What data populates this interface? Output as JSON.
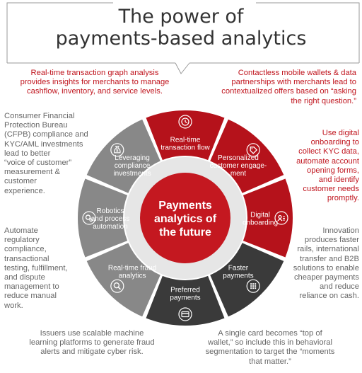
{
  "title": {
    "line1": "The power of",
    "line2": "payments-based analytics"
  },
  "callouts": {
    "top_left": [
      "Real-time transaction graph analysis",
      "provides insights for merchants to manage",
      "cashflow, inventory, and service levels."
    ],
    "top_right": [
      "Contactless mobile wallets & data",
      "partnerships with merchants lead to",
      "contextualized offers based on “asking",
      "the right question.”"
    ],
    "left_upper": [
      "Consumer Financial",
      "Protection Bureau",
      "(CFPB) compliance and",
      "KYC/AML investments",
      "lead to better",
      "“voice of customer”",
      "measurement &",
      "customer",
      "experience."
    ],
    "left_lower": [
      "Automate",
      "regulatory",
      "compliance,",
      "transactional",
      "testing, fulfillment,",
      "and dispute",
      "management to",
      "reduce manual",
      "work."
    ],
    "right_upper": [
      "Use digital",
      "onboarding to",
      "collect KYC data,",
      "automate account",
      "opening forms,",
      "and identify",
      "customer needs",
      "promptly."
    ],
    "right_lower": [
      "Innovation",
      "produces faster",
      "rails, international",
      "transfer and B2B",
      "solutions to enable",
      "cheaper payments",
      "and reduce",
      "reliance on cash."
    ],
    "bottom_left": [
      "Issuers use scalable machine",
      "learning platforms to generate fraud",
      "alerts and mitigate cyber risk."
    ],
    "bottom_right": [
      "A single card becomes “top of",
      "wallet,” so include this in behavioral",
      "segmentation to target the “moments",
      "that matter.”"
    ]
  },
  "center": {
    "lines": [
      "Payments",
      "analytics of",
      "the future"
    ]
  },
  "segments": [
    {
      "lines": [
        "Real-time",
        "transaction flow"
      ],
      "icon": "clock-icon",
      "fill": "#b5121b"
    },
    {
      "lines": [
        "Personalized",
        "customer engage-",
        "ment"
      ],
      "icon": "tag-icon",
      "fill": "#b5121b"
    },
    {
      "lines": [
        "Digital",
        "onboarding"
      ],
      "icon": "user-id-icon",
      "fill": "#b5121b"
    },
    {
      "lines": [
        "Faster",
        "payments"
      ],
      "icon": "calculator-icon",
      "fill": "#3a3a3a"
    },
    {
      "lines": [
        "Preferred",
        "payments"
      ],
      "icon": "credit-card-icon",
      "fill": "#3a3a3a"
    },
    {
      "lines": [
        "Real-time fraud",
        "analytics"
      ],
      "icon": "magnifier-icon",
      "fill": "#888888"
    },
    {
      "lines": [
        "Robotics",
        "and process",
        "automation"
      ],
      "icon": "gears-icon",
      "fill": "#888888"
    },
    {
      "lines": [
        "Leveraging",
        "compliance",
        "investments"
      ],
      "icon": "money-bag-icon",
      "fill": "#888888"
    }
  ],
  "colors": {
    "red": "#b5121b",
    "dark": "#3a3a3a",
    "gray": "#888888",
    "center": "#c41820",
    "text": "#666666",
    "accent_text": "#c0161f"
  }
}
